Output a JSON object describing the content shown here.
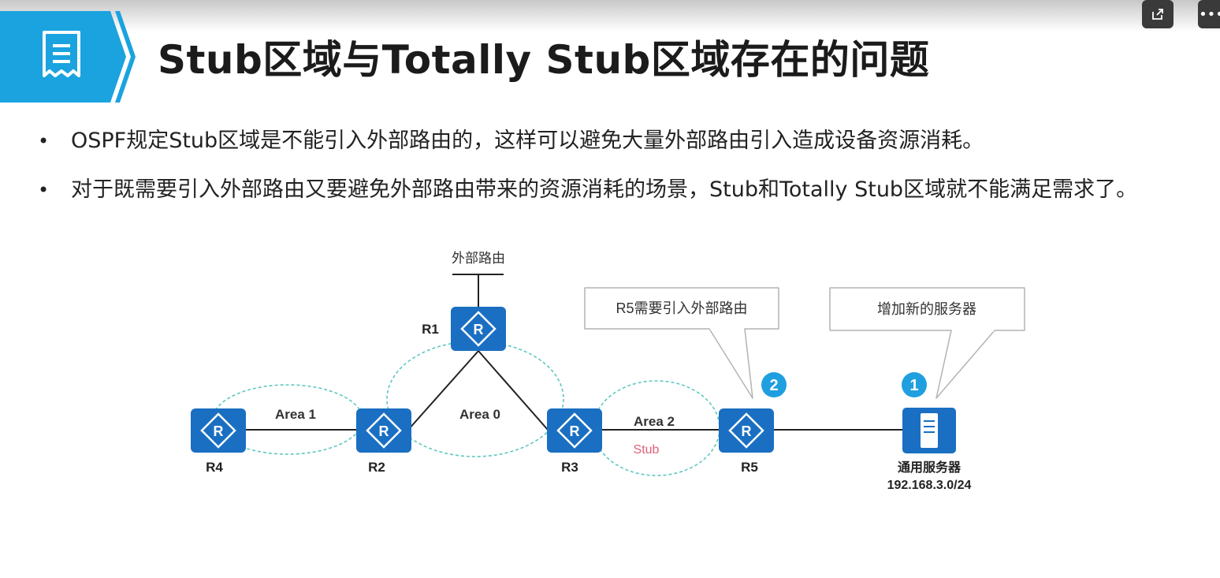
{
  "slide": {
    "title": "Stub区域与Totally Stub区域存在的问题",
    "bullets": [
      {
        "text": "OSPF规定Stub区域是不能引入外部路由的，这样可以避免大量外部路由引入造成设备资源消耗。"
      },
      {
        "text": "对于既需要引入外部路由又要避免外部路由带来的资源消耗的场景，Stub和Totally Stub区域就不能满足需求了。"
      }
    ]
  },
  "toolbar": {
    "share_icon": "share-icon",
    "more_label": "•••"
  },
  "diagram": {
    "external_route_label": "外部路由",
    "routers": {
      "r1": {
        "label": "R1",
        "glyph": "R"
      },
      "r2": {
        "label": "R2",
        "glyph": "R"
      },
      "r3": {
        "label": "R3",
        "glyph": "R"
      },
      "r4": {
        "label": "R4",
        "glyph": "R"
      },
      "r5": {
        "label": "R5",
        "glyph": "R"
      }
    },
    "areas": {
      "area0": {
        "label": "Area 0"
      },
      "area1": {
        "label": "Area 1"
      },
      "area2": {
        "label": "Area 2",
        "type_label": "Stub"
      }
    },
    "callouts": {
      "r5": {
        "text": "R5需要引入外部路由",
        "step": "2"
      },
      "server": {
        "text": "增加新的服务器",
        "step": "1"
      }
    },
    "server": {
      "name": "通用服务器",
      "subnet": "192.168.3.0/24"
    },
    "colors": {
      "router_fill": "#1a6fc2",
      "area_outline": "#5ec8c0",
      "step_badge": "#1f9fe0",
      "stub_text": "#e0607a",
      "banner": "#1aa3df"
    }
  }
}
